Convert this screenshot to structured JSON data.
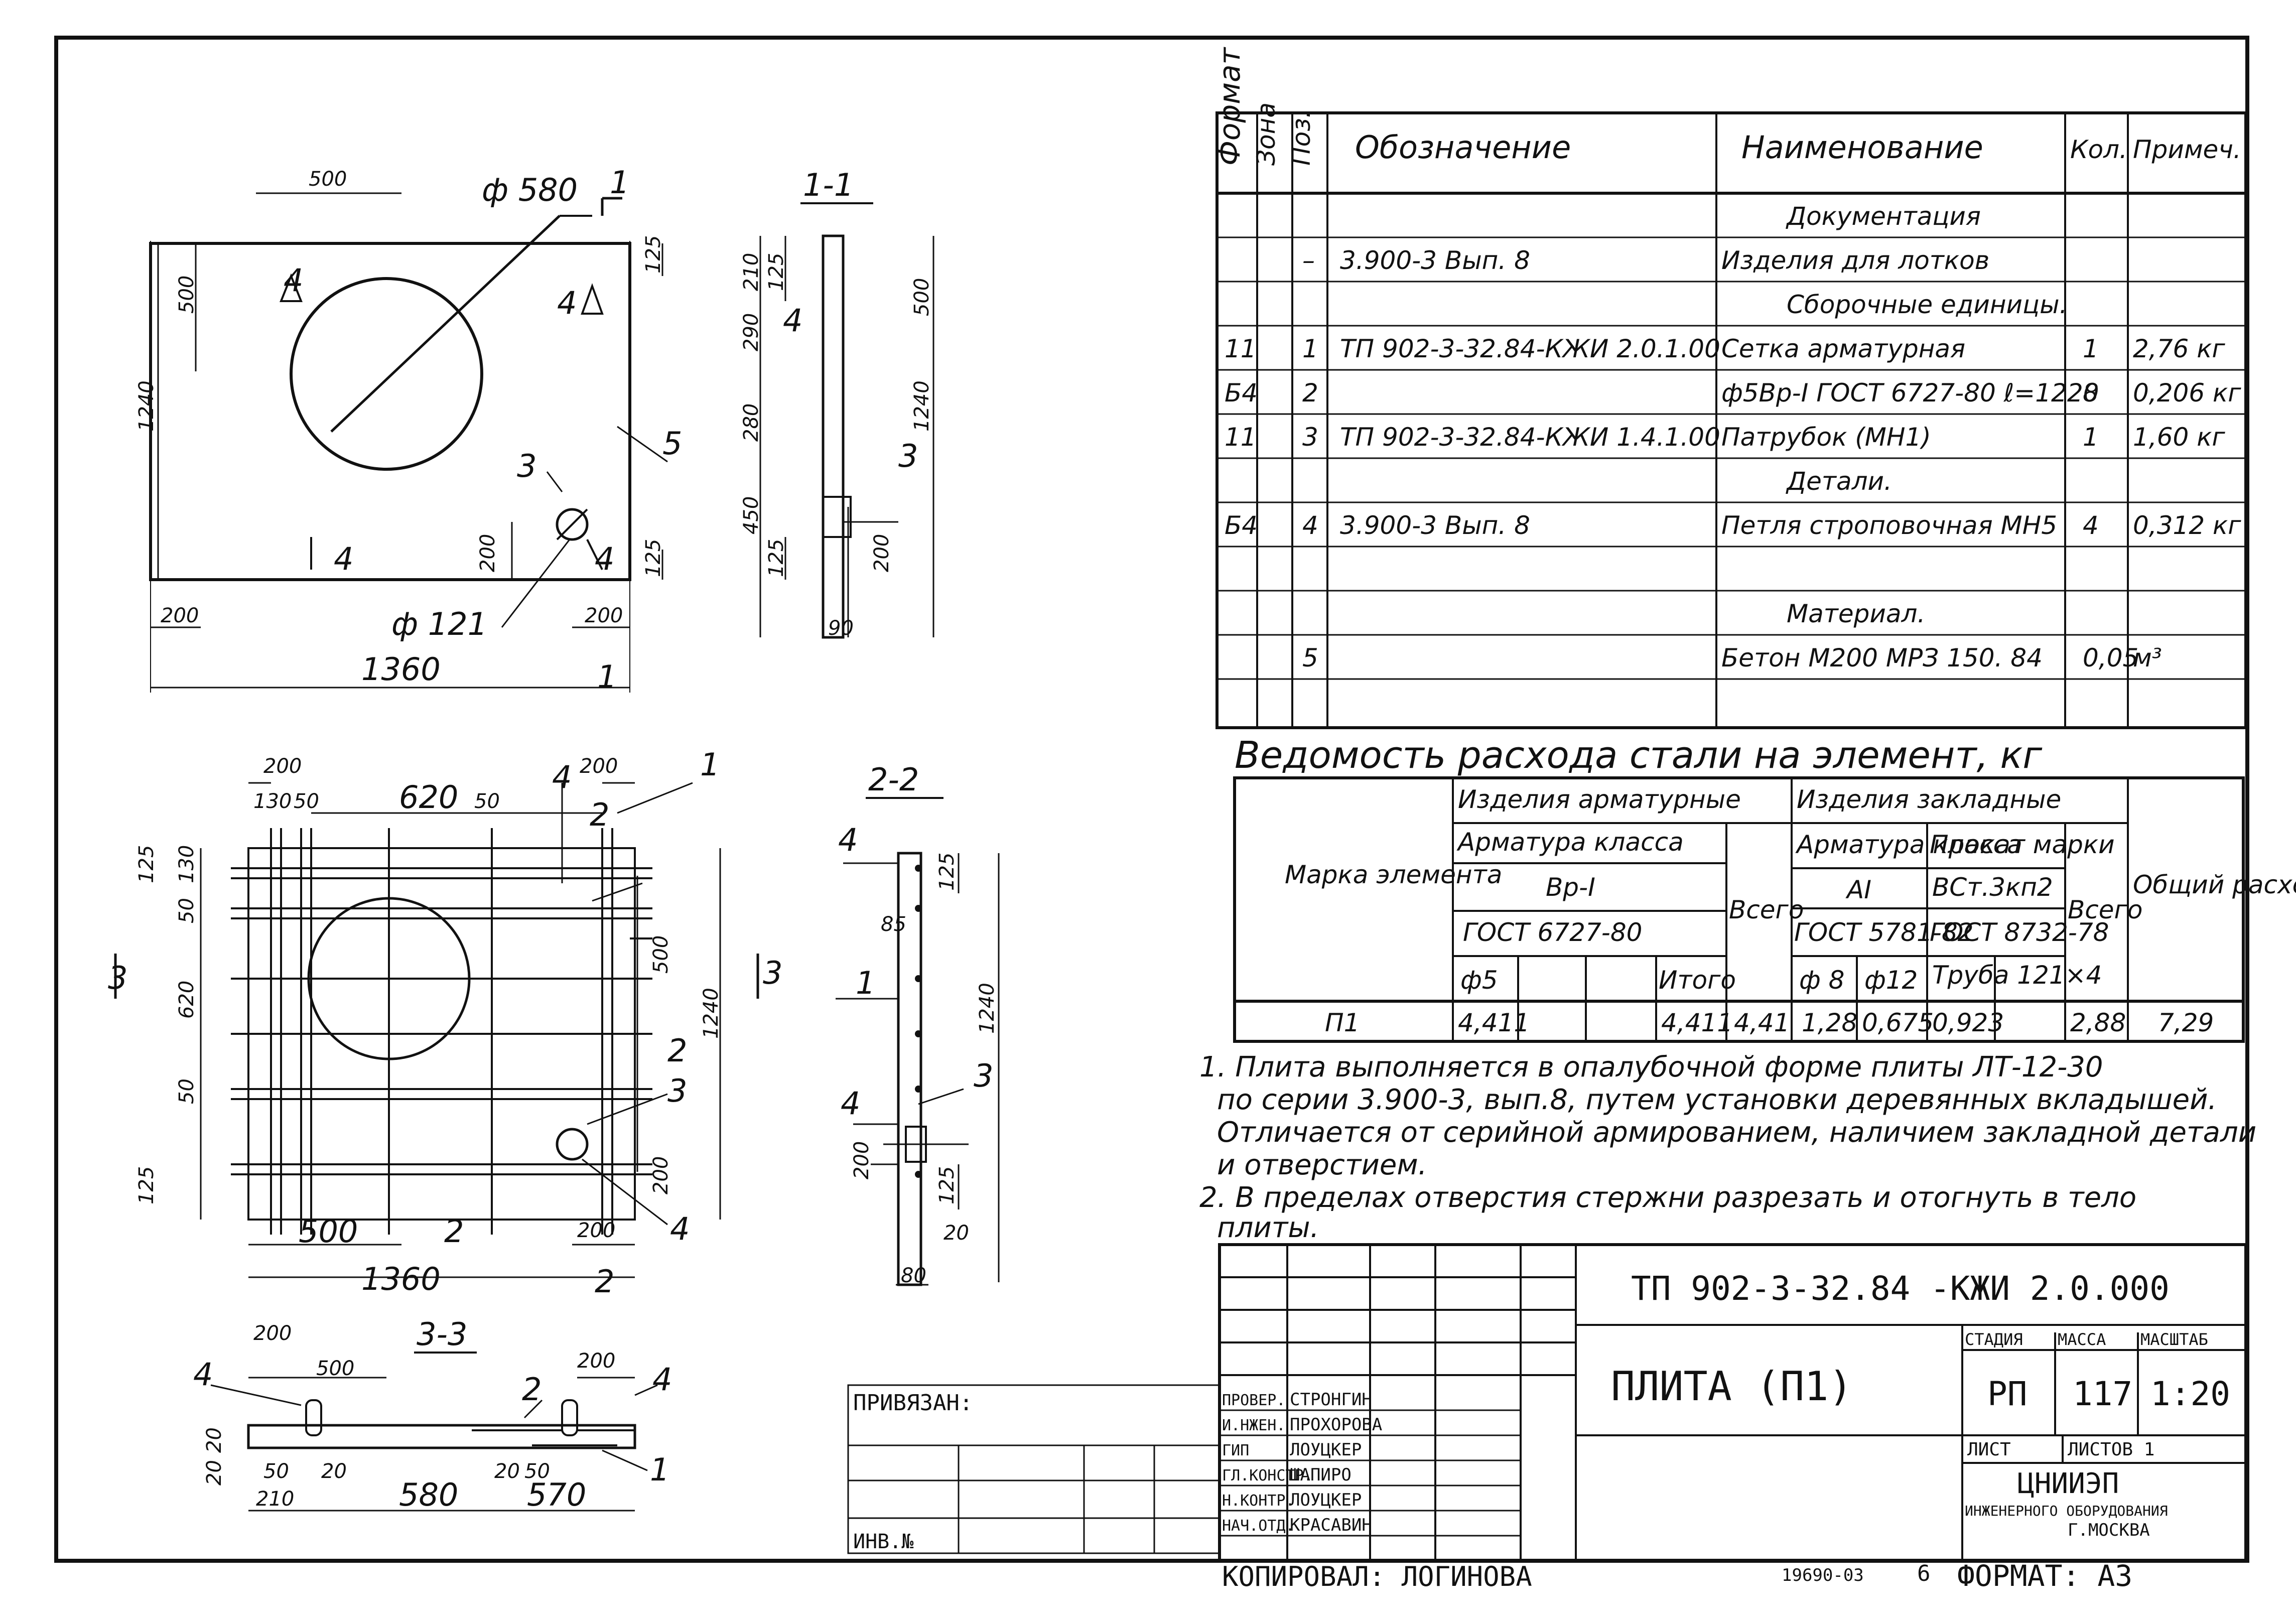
{
  "spec": {
    "headers": [
      "Формат",
      "Зона",
      "Поз.",
      "Обозначение",
      "Наименование",
      "Кол.",
      "Примеч."
    ],
    "rows": [
      {
        "fmt": "",
        "zone": "",
        "pos": "",
        "code": "",
        "name": "Документация",
        "qty": "",
        "note": ""
      },
      {
        "fmt": "",
        "zone": "",
        "pos": "–",
        "code": "3.900-3   Вып. 8",
        "name": "Изделия для лотков",
        "qty": "",
        "note": ""
      },
      {
        "fmt": "",
        "zone": "",
        "pos": "",
        "code": "",
        "name": "Сборочные единицы.",
        "qty": "",
        "note": ""
      },
      {
        "fmt": "11",
        "zone": "",
        "pos": "1",
        "code": "ТП 902-3-32.84-КЖИ 2.0.1.00",
        "name": "Сетка арматурная",
        "qty": "1",
        "note": "2,76 кг"
      },
      {
        "fmt": "Б4",
        "zone": "",
        "pos": "2",
        "code": "",
        "name": "ф5Вр-I ГОСТ 6727-80 ℓ=1220",
        "qty": "8",
        "note": "0,206 кг"
      },
      {
        "fmt": "11",
        "zone": "",
        "pos": "3",
        "code": "ТП 902-3-32.84-КЖИ 1.4.1.00",
        "name": "Патрубок   (МН1)",
        "qty": "1",
        "note": "1,60 кг"
      },
      {
        "fmt": "",
        "zone": "",
        "pos": "",
        "code": "",
        "name": "Детали.",
        "qty": "",
        "note": ""
      },
      {
        "fmt": "Б4",
        "zone": "",
        "pos": "4",
        "code": "3.900-3   Вып. 8",
        "name": "Петля строповочная МН5",
        "qty": "4",
        "note": "0,312 кг"
      },
      {
        "fmt": "",
        "zone": "",
        "pos": "",
        "code": "",
        "name": "",
        "qty": "",
        "note": ""
      },
      {
        "fmt": "",
        "zone": "",
        "pos": "",
        "code": "",
        "name": "Материал.",
        "qty": "",
        "note": ""
      },
      {
        "fmt": "",
        "zone": "",
        "pos": "5",
        "code": "",
        "name": "Бетон М200 МРЗ 150. 84",
        "qty": "0,05",
        "note": "м³"
      },
      {
        "fmt": "",
        "zone": "",
        "pos": "",
        "code": "",
        "name": "",
        "qty": "",
        "note": ""
      }
    ]
  },
  "steel": {
    "title": "Ведомость расхода стали на элемент, кг",
    "h_mark": "Марка элемента",
    "h_rebar": "Изделия арматурные",
    "h_embed": "Изделия закладные",
    "h_total": "Общий расход",
    "h_class": "Арматура класса",
    "h_vr": "Вр-I",
    "h_gost1": "ГОСТ 6727-80",
    "h_sum1": "Всего",
    "h_aclass": "Арматура класса",
    "h_a1": "AI",
    "h_gost2": "ГОСТ 5781-82",
    "h_rolled": "Прокат марки",
    "h_st": "ВСт.3кп2",
    "h_gost3": "ГОСТ 8732-78",
    "h_sum2": "Всего",
    "h_f5": "ф5",
    "h_itogo": "Итого",
    "h_f8": "ф 8",
    "h_f12": "ф12",
    "h_pipe": "Труба 121×4",
    "row": {
      "mark": "П1",
      "f5": "4,411",
      "itogo": "4,411",
      "vsego1": "4,41",
      "f8": "1,28",
      "f12": "0,675",
      "pipe": "0,923",
      "vsego2": "2,88",
      "total": "7,29"
    }
  },
  "notes": [
    "1. Плита выполняется в опалубочной форме плиты ЛТ-12-30",
    "по серии 3.900-3, вып.8, путем установки деревянных вкладышей.",
    "Отличается от серийной армированием, наличием закладной детали",
    "и отверстием.",
    "2. В пределах отверстия стержни разрезать и отогнуть в тело",
    "плиты."
  ],
  "title_block": {
    "doc_code": "ТП 902-3-32.84  -КЖИ 2.0.000",
    "name": "ПЛИТА (П1)",
    "h_stage": "СТАДИЯ",
    "h_mass": "МАССА",
    "h_scale": "МАСШТАБ",
    "stage": "РП",
    "mass": "117",
    "scale": "1:20",
    "sheet": "ЛИСТ",
    "sheets": "ЛИСТОВ 1",
    "org1": "ЦНИИЭП",
    "org2": "ИНЖЕНЕРНОГО ОБОРУДОВАНИЯ",
    "org3": "Г.МОСКВА",
    "linked": "ПРИВЯЗАН:",
    "inv": "ИНВ.№",
    "signers": [
      {
        "role": "ПРОВЕР.",
        "name": "СТРОНГИН"
      },
      {
        "role": "И.НЖЕН.",
        "name": "ПРОХОРОВА"
      },
      {
        "role": "ГИП",
        "name": "ЛОУЦКЕР"
      },
      {
        "role": "ГЛ.КОНСТР.",
        "name": "ШАПИРО"
      },
      {
        "role": "Н.КОНТР.",
        "name": "ЛОУЦКЕР"
      },
      {
        "role": "НАЧ.ОТД.",
        "name": "КРАСАВИН"
      }
    ],
    "copied": "КОПИРОВАЛ: ЛОГИНОВА",
    "number": "19690-03",
    "page": "6",
    "format": "ФОРМАТ: А3"
  },
  "sections": {
    "s11": "1-1",
    "s22": "2-2",
    "s33": "3-3"
  },
  "dims": {
    "plan_top": "500",
    "plan_hole": "ф 580",
    "plan_left": "500",
    "plan_height": "1240",
    "plan_b200l": "200",
    "plan_pipe": "ф 121",
    "plan_b200r": "200",
    "plan_width": "1360",
    "plan_125a": "125",
    "plan_125b": "125",
    "plan_200v": "200",
    "s1_210": "210",
    "s1_290": "290",
    "s1_280": "280",
    "s1_450": "450",
    "s1_125a": "125",
    "s1_125b": "125",
    "s1_500": "500",
    "s1_1240": "1240",
    "s1_200": "200",
    "s1_90": "90",
    "m_200a": "200",
    "m_130": "130",
    "m_50a": "50",
    "m_620": "620",
    "m_50b": "50",
    "m_200b": "200",
    "m_125a": "125",
    "m_130v": "130",
    "m_50v": "50",
    "m_620v": "620",
    "m_50v2": "50",
    "m_125b": "125",
    "m_500": "500",
    "m_1240": "1240",
    "m_200v": "200",
    "m_500b": "500",
    "m_2": "2",
    "m_200c": "200",
    "m_1360": "1360",
    "s2_125": "125",
    "s2_85": "85",
    "s2_1240": "1240",
    "s2_200": "200",
    "s2_125b": "125",
    "s2_20": "20",
    "s2_80": "80",
    "s3_200a": "200",
    "s3_500": "500",
    "s3_200b": "200",
    "s3_20a": "20",
    "s3_20b": "20",
    "s3_50a": "50",
    "s3_20c": "20",
    "s3_20d": "20",
    "s3_50b": "50",
    "s3_210": "210",
    "s3_580": "580",
    "s3_570": "570"
  },
  "markers": {
    "n1": "1",
    "n2": "2",
    "n3": "3",
    "n4": "4",
    "n5": "5"
  }
}
